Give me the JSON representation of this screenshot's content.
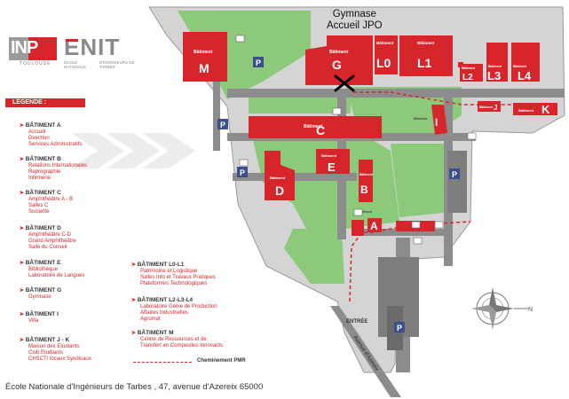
{
  "brand": {
    "inp": "INP",
    "inp_sub": "TOULOUSE",
    "enit": "ENIT",
    "enit_sub_left": "ÉCOLE NATIONALE",
    "enit_sub_right": "D'INGÉNIEURS DE TARBES"
  },
  "jpo_label": [
    "Gymnase",
    "Accueil JPO"
  ],
  "legend": {
    "title": "LÉGENDE :",
    "col1": [
      {
        "heading": "BÂTIMENT A",
        "items": [
          "Accueil",
          "Direction",
          "Services Administratifs"
        ]
      },
      {
        "heading": "BÂTIMENT B",
        "items": [
          "Relations Internationales",
          "Reprographie",
          "Infirmerie"
        ]
      },
      {
        "heading": "BÂTIMENT C",
        "items": [
          "Amphithéâtre A - B",
          "Salles C",
          "Scolarité"
        ]
      },
      {
        "heading": "BÂTIMENT D",
        "items": [
          "Amphithéâtre C-D",
          "Grand Amphithéâtre",
          "Salle du Conseil"
        ]
      },
      {
        "heading": "BÂTIMENT E",
        "items": [
          "Bibliothèque",
          "Laboratoire de Langues"
        ]
      },
      {
        "heading": "BÂTIMENT G",
        "items": [
          "Gymnase"
        ]
      },
      {
        "heading": "BÂTIMENT I",
        "items": [
          "Villa"
        ]
      },
      {
        "heading": "BÂTIMENT J - K",
        "items": [
          "Maison des Etudiants",
          "Club Etudiants",
          "CHSCT/ locaux Syndicaux"
        ]
      }
    ],
    "col2": [
      {
        "heading": "BÂTIMENT L0-L1",
        "items": [
          "Patrimoine et Logistique",
          "Salles Info et Travaux Pratiques",
          "Plateformes Technologiques"
        ]
      },
      {
        "heading": "BÂTIMENT L2-L3-L4",
        "items": [
          "Laboratoire Génie de Production",
          "Affaires Industrielles",
          "Agromat"
        ]
      },
      {
        "heading": "BÂTIMENT M",
        "items": [
          "Centre de Ressources et de",
          "Transfert en Composites Innovants"
        ]
      }
    ],
    "pmr": "Cheminement PMR"
  },
  "buildings": [
    {
      "id": "M",
      "small": "Bâtiment",
      "big": "M"
    },
    {
      "id": "G",
      "small": "Bâtiment",
      "big": "G"
    },
    {
      "id": "L0",
      "small": "Bâtiment",
      "big": "L0"
    },
    {
      "id": "L1",
      "small": "Bâtiment",
      "big": "L1"
    },
    {
      "id": "L2",
      "small": "Bâtiment",
      "big": "L2"
    },
    {
      "id": "L3",
      "small": "Bâtiment",
      "big": "L3"
    },
    {
      "id": "L4",
      "small": "Bâtiment",
      "big": "L4"
    },
    {
      "id": "J",
      "small": "Bâtiment",
      "big": "J"
    },
    {
      "id": "K",
      "small": "Bâtiment",
      "big": "K"
    },
    {
      "id": "I",
      "small": "Bâtiment",
      "big": "I"
    },
    {
      "id": "C",
      "small": "Bâtiment",
      "big": "C"
    },
    {
      "id": "E",
      "small": "Bâtiment",
      "big": "E"
    },
    {
      "id": "D",
      "small": "Bâtiment",
      "big": "D"
    },
    {
      "id": "B",
      "small": "Bâtiment",
      "big": "B"
    },
    {
      "id": "A",
      "small": "Bâtiment",
      "big": "A"
    }
  ],
  "map_labels": {
    "entry": "ENTRÉE",
    "avenue": "Avenue d'Azereix",
    "parking": "P"
  },
  "footer": "École Nationale d'Ingénieurs de Tarbes , 47, avenue d'Azereix 65000",
  "colors": {
    "building": "#d7262b",
    "grass": "#8cc97a",
    "road": "#8c8c8c",
    "parking": "#3a4f8c"
  }
}
